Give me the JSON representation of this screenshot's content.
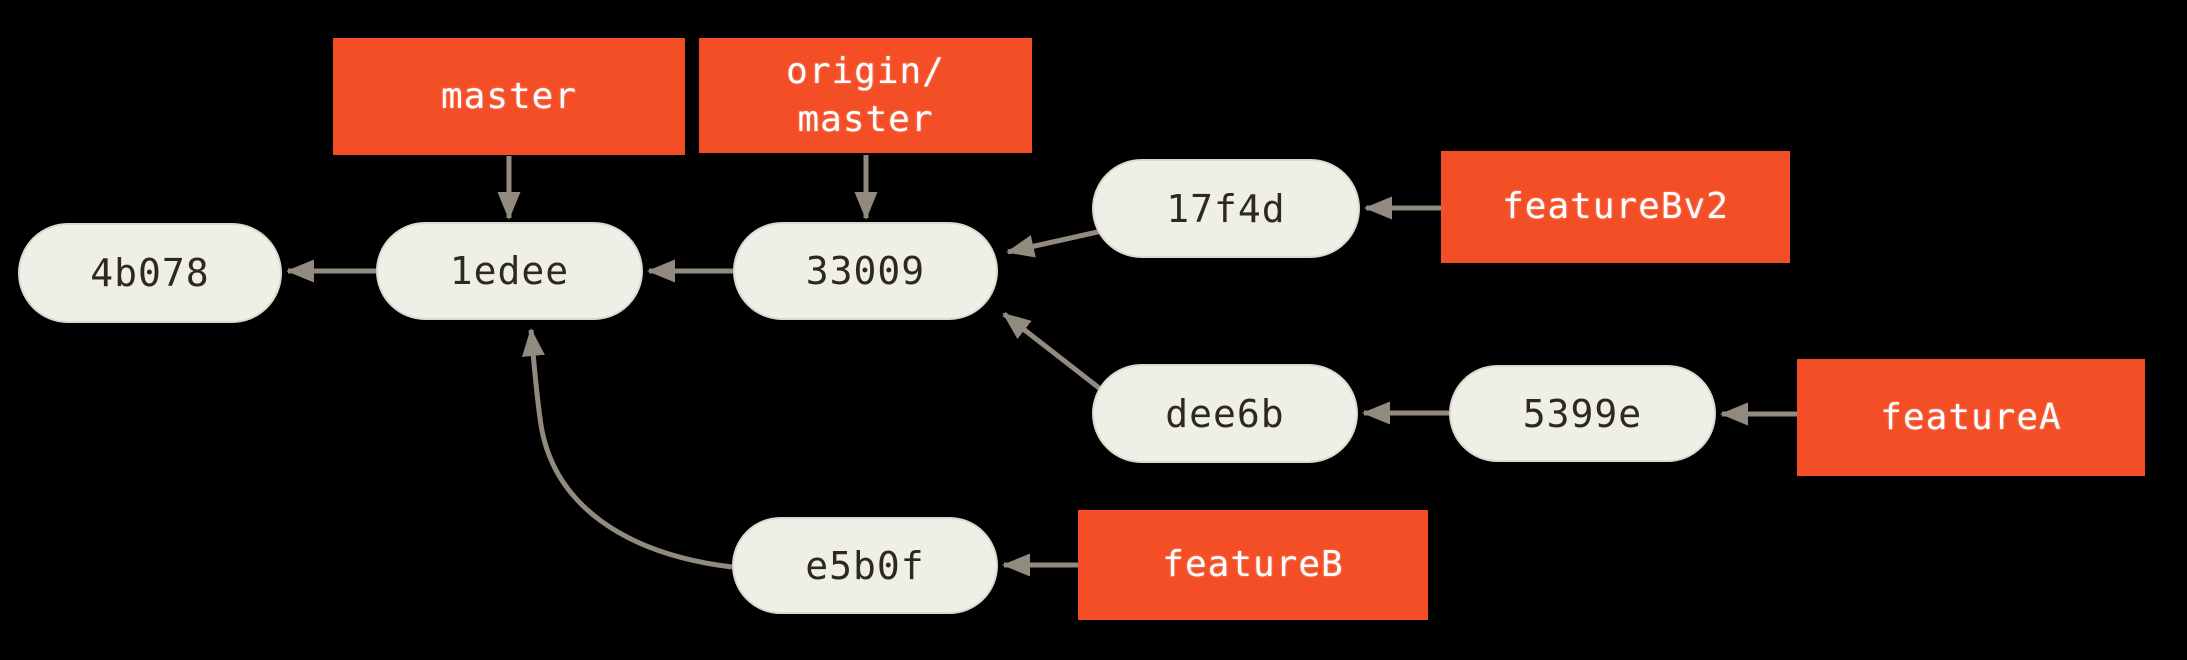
{
  "diagram": {
    "kind": "git-commit-history-graph",
    "colors": {
      "background": "#000000",
      "branch_label_bg": "#f44e27",
      "branch_label_text": "#ffffff",
      "commit_node_fill": "#f0efe7",
      "commit_node_border": "#dbd9cc",
      "commit_node_text": "#2b2922",
      "arrow": "#918a7f"
    },
    "commits": [
      {
        "id": "4b078"
      },
      {
        "id": "1edee"
      },
      {
        "id": "33009"
      },
      {
        "id": "17f4d"
      },
      {
        "id": "dee6b"
      },
      {
        "id": "5399e"
      },
      {
        "id": "e5b0f"
      }
    ],
    "branch_labels": [
      {
        "name": "master",
        "display": "master",
        "points_to": "1edee"
      },
      {
        "name": "origin/master",
        "display": "origin/\nmaster",
        "points_to": "33009"
      },
      {
        "name": "featureBv2",
        "display": "featureBv2",
        "points_to": "17f4d"
      },
      {
        "name": "featureA",
        "display": "featureA",
        "points_to": "5399e"
      },
      {
        "name": "featureB",
        "display": "featureB",
        "points_to": "e5b0f"
      }
    ],
    "parent_edges": [
      {
        "from": "1edee",
        "to": "4b078"
      },
      {
        "from": "33009",
        "to": "1edee"
      },
      {
        "from": "17f4d",
        "to": "33009"
      },
      {
        "from": "dee6b",
        "to": "33009"
      },
      {
        "from": "5399e",
        "to": "dee6b"
      },
      {
        "from": "e5b0f",
        "to": "1edee"
      }
    ]
  }
}
